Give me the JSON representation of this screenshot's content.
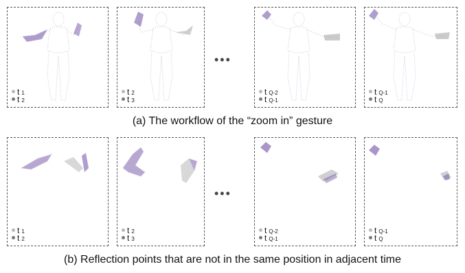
{
  "figure": {
    "caption_a": "(a) The workflow of the “zoom in” gesture",
    "caption_b": "(b) Reflection points that are not in the same position in adjacent time",
    "ellipsis": "•••",
    "frame_labels": [
      {
        "first": {
          "t": "t",
          "sub": "1"
        },
        "second": {
          "t": "t",
          "sub": "2"
        }
      },
      {
        "first": {
          "t": "t",
          "sub": "2"
        },
        "second": {
          "t": "t",
          "sub": "3"
        }
      },
      {
        "first": {
          "t": "t",
          "sub": "Q-2"
        },
        "second": {
          "t": "t",
          "sub": "Q-1"
        }
      },
      {
        "first": {
          "t": "t",
          "sub": "Q-1"
        },
        "second": {
          "t": "t",
          "sub": "Q"
        }
      }
    ]
  },
  "colors": {
    "mesh_light": "#c9c0d6",
    "mesh_dark": "#6f4fa3",
    "mesh_grey": "#a9a9a9",
    "dashed_border": "#555555"
  }
}
